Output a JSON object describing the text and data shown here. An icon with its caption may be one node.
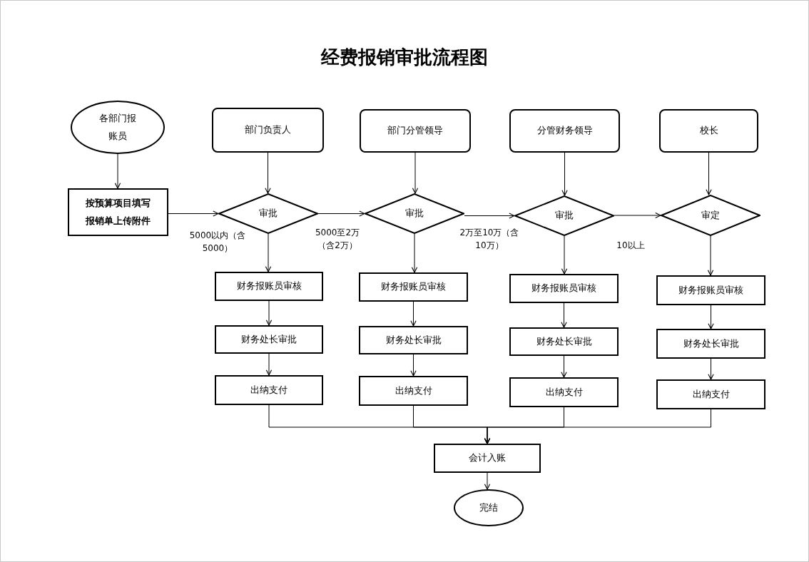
{
  "diagram": {
    "title": "经费报销审批流程图",
    "nodes": [
      {
        "text": [
          "各部门报账员"
        ]
      },
      {
        "text": [
          "按预算项目填写报销单上传附件"
        ]
      },
      {
        "text": [
          "部门负责人"
        ]
      },
      {
        "text": [
          "部门分管领导"
        ]
      },
      {
        "text": [
          "分管财务领导"
        ]
      },
      {
        "text": [
          "校长"
        ]
      },
      {
        "text": [
          "审批"
        ]
      },
      {
        "text": [
          "审批"
        ]
      },
      {
        "text": [
          "审批"
        ]
      },
      {
        "text": [
          "审定"
        ]
      },
      {
        "text": [
          "财务报账员审核"
        ]
      },
      {
        "text": [
          "财务处长审批"
        ]
      },
      {
        "text": [
          "出纳支付"
        ]
      },
      {
        "text": [
          "财务报账员审核"
        ]
      },
      {
        "text": [
          "财务处长审批"
        ]
      },
      {
        "text": [
          "出纳支付"
        ]
      },
      {
        "text": [
          "财务报账员审核"
        ]
      },
      {
        "text": [
          "财务处长审批"
        ]
      },
      {
        "text": [
          "出纳支付"
        ]
      },
      {
        "text": [
          "财务报账员审核"
        ]
      },
      {
        "text": [
          "财务处长审批"
        ]
      },
      {
        "text": [
          "出纳支付"
        ]
      },
      {
        "text": [
          "会计入账"
        ]
      },
      {
        "text": [
          "完结"
        ]
      }
    ],
    "edges": [
      {
        "from": 0,
        "to": 1,
        "arrow": "to"
      },
      {
        "from": 1,
        "to": 6,
        "arrow": "to"
      },
      {
        "from": 2,
        "to": 6,
        "arrow": "to"
      },
      {
        "from": 3,
        "to": 7,
        "arrow": "to"
      },
      {
        "from": 4,
        "to": 8,
        "arrow": "to"
      },
      {
        "from": 5,
        "to": 9,
        "arrow": "to"
      },
      {
        "from": 6,
        "to": 7,
        "arrow": "to",
        "label": "5000至2万（含2万）"
      },
      {
        "from": 7,
        "to": 8,
        "arrow": "to",
        "label": "2万至10万（含10万）"
      },
      {
        "from": 8,
        "to": 9,
        "arrow": "to",
        "label": "10以上"
      },
      {
        "from": 6,
        "to": 10,
        "arrow": "to",
        "label": "5000以内（含5000）"
      },
      {
        "from": 10,
        "to": 11,
        "arrow": "to"
      },
      {
        "from": 11,
        "to": 12,
        "arrow": "to"
      },
      {
        "from": 7,
        "to": 13,
        "arrow": "to"
      },
      {
        "from": 13,
        "to": 14,
        "arrow": "to"
      },
      {
        "from": 14,
        "to": 15,
        "arrow": "to"
      },
      {
        "from": 8,
        "to": 16,
        "arrow": "to"
      },
      {
        "from": 16,
        "to": 17,
        "arrow": "to"
      },
      {
        "from": 17,
        "to": 18,
        "arrow": "to"
      },
      {
        "from": 9,
        "to": 19,
        "arrow": "to"
      },
      {
        "from": 19,
        "to": 20,
        "arrow": "to"
      },
      {
        "from": 20,
        "to": 21,
        "arrow": "to"
      },
      {
        "from": 12,
        "to": 22,
        "arrow": "to"
      },
      {
        "from": 15,
        "to": 22,
        "arrow": "to"
      },
      {
        "from": 18,
        "to": 22,
        "arrow": "to"
      },
      {
        "from": 21,
        "to": 22,
        "arrow": "to"
      },
      {
        "from": 22,
        "to": 23,
        "arrow": "to"
      }
    ]
  }
}
